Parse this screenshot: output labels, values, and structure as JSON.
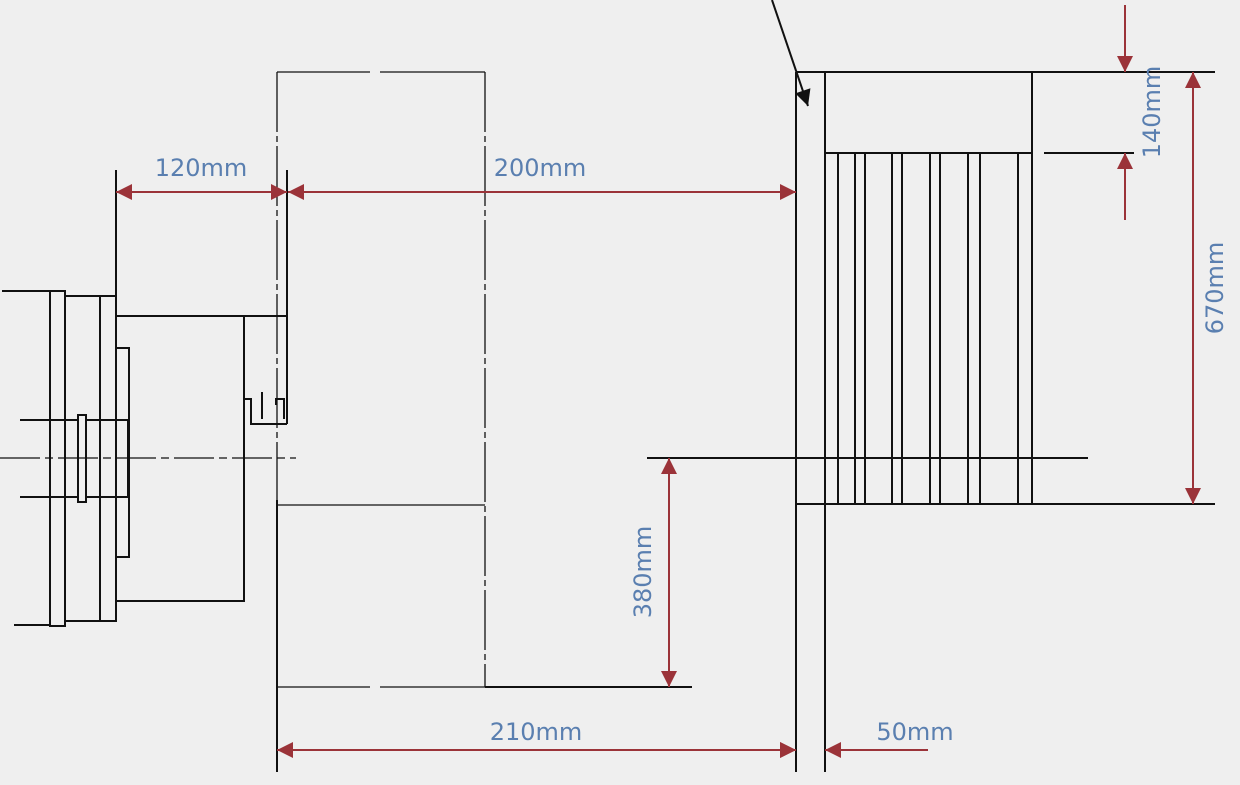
{
  "colors": {
    "background": "#efefef",
    "line": "#111111",
    "dimension_arrow": "#9b3339",
    "dimension_text": "#5a7fb0"
  },
  "dimensions": {
    "d120": "120mm",
    "d200": "200mm",
    "d210": "210mm",
    "d50": "50mm",
    "d380": "380mm",
    "d140": "140mm",
    "d670": "670mm"
  }
}
